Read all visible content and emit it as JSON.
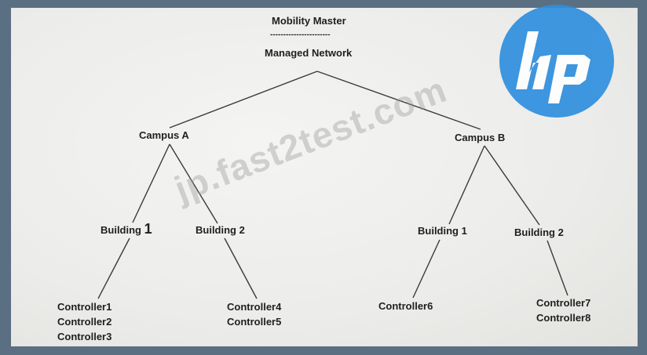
{
  "diagram": {
    "root_title": "Mobility Master",
    "root_rule": "-----------------------",
    "root_sub": "Managed Network",
    "campus_a": "Campus A",
    "campus_b": "Campus B",
    "a_building1_text": "Building",
    "a_building1_num": "1",
    "a_building2": "Building 2",
    "b_building1": "Building 1",
    "b_building2": "Building 2",
    "group_a1": [
      "Controller1",
      "Controller2",
      "Controller3"
    ],
    "group_a2": [
      "Controller4",
      "Controller5"
    ],
    "group_b1": [
      "Controller6"
    ],
    "group_b2": [
      "Controller7",
      "Controller8"
    ]
  },
  "watermark": "jp.fast2test.com",
  "logo": {
    "text": "hp",
    "color": "#2f8fde"
  },
  "colors": {
    "frame": "#5b6f82",
    "line": "#3a3a3a",
    "text": "#1f1f1f"
  }
}
